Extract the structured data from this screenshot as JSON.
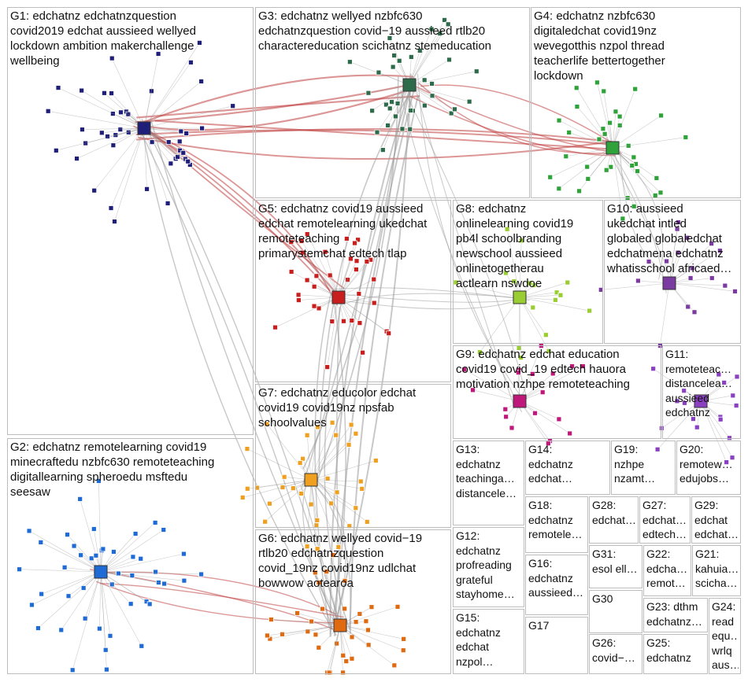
{
  "groups": [
    {
      "id": "g1",
      "label": "G1: edchatnz edchatnzquestion\ncovid2019 edchat aussieed wellyed\nlockdown ambition makerchallenge\nwellbeing",
      "color": "#1f1f7a"
    },
    {
      "id": "g2",
      "label": "G2: edchatnz remotelearning covid19\nminecraftedu nzbfc630 remoteteaching\ndigitallearning spheroedu msftedu\nseesaw",
      "color": "#1e6bd6"
    },
    {
      "id": "g3",
      "label": "G3: edchatnz wellyed nzbfc630\nedchatnzquestion covid−19 aussieed rtlb20\ncharactereducation scichatnz stemeducation",
      "color": "#2e6b4a"
    },
    {
      "id": "g4",
      "label": "G4: edchatnz nzbfc630\ndigitaledchat covid19nz\nwevegotthis nzpol thread\nteacherlife bettertogether\nlockdown",
      "color": "#2fa33a"
    },
    {
      "id": "g5",
      "label": "G5: edchatnz covid19 aussieed\nedchat remotelearning ukedchat\nremoteteaching\nprimarystemchat edtech tlap",
      "color": "#c81e1e"
    },
    {
      "id": "g6",
      "label": "G6: edchatnz wellyed covid−19\nrtlb20 edchatnzquestion\ncovid_19nz covid19nz udlchat\nbowwow aotearoa",
      "color": "#e06a10"
    },
    {
      "id": "g7",
      "label": "G7: edchatnz educolor edchat\ncovid19 covid19nz npsfab\nschoolvalues",
      "color": "#f0a020"
    },
    {
      "id": "g8",
      "label": "G8: edchatnz\nonlinelearning covid19\npb4l schoolbranding\nnewschool aussieed\nonlinetogetherau\nactlearn nswdoe",
      "color": "#9acd32"
    },
    {
      "id": "g9",
      "label": "G9: edchatnz edchat education\ncovid19 covid_19 edtech hauora\nmotivation nzhpe remoteteaching",
      "color": "#c0187a"
    },
    {
      "id": "g10",
      "label": "G10: aussieed\nukedchat intled\nglobaled globaledchat\nedchatmena edchatnz\nwhatisschool africaed…",
      "color": "#7a3aa0"
    },
    {
      "id": "g11",
      "label": "G11:\nremoteteac…\ndistancelea…\naussieed\nedchatnz",
      "color": "#8a40c0"
    },
    {
      "id": "g12",
      "label": "G12:\nedchatnz\nprofreading\ngrateful\nstayhome…",
      "color": "#888888"
    },
    {
      "id": "g13",
      "label": "G13:\nedchatnz\nteachinga…\ndistancele…",
      "color": "#888888"
    },
    {
      "id": "g14",
      "label": "G14:\nedchatnz\nedchat…",
      "color": "#2a6ad0"
    },
    {
      "id": "g15",
      "label": "G15:\nedchatnz\nedchat\nnzpol…",
      "color": "#2e6b4a"
    },
    {
      "id": "g16",
      "label": "G16:\nedchatnz\naussieed…",
      "color": "#2e6b4a"
    },
    {
      "id": "g17",
      "label": "G17",
      "color": "#c81e1e"
    },
    {
      "id": "g18",
      "label": "G18:\nedchatnz\nremotele…",
      "color": "#888888"
    },
    {
      "id": "g19",
      "label": "G19:\nnzhpe\nnzamt…",
      "color": "#888888"
    },
    {
      "id": "g20",
      "label": "G20:\nremotew…\nedujobs…",
      "color": "#888888"
    },
    {
      "id": "g21",
      "label": "G21:\nkahuia…\nscicha…",
      "color": "#888888"
    },
    {
      "id": "g22",
      "label": "G22:\nedcha…\nremot…",
      "color": "#888888"
    },
    {
      "id": "g23",
      "label": "G23: dthm\nedchatnz…",
      "color": "#888888"
    },
    {
      "id": "g24",
      "label": "G24:\nread\nequ…\nwrlq\naus…",
      "color": "#888888"
    },
    {
      "id": "g25",
      "label": "G25:\nedchatnz",
      "color": "#888888"
    },
    {
      "id": "g26",
      "label": "G26:\ncovid−…",
      "color": "#888888"
    },
    {
      "id": "g27",
      "label": "G27:\nedchat…\nedtech…",
      "color": "#888888"
    },
    {
      "id": "g28",
      "label": "G28:\nedchat…",
      "color": "#888888"
    },
    {
      "id": "g29",
      "label": "G29:\nedchat\nedchat…",
      "color": "#888888"
    },
    {
      "id": "g30",
      "label": "G30",
      "color": "#2a2aa0"
    },
    {
      "id": "g31",
      "label": "G31:\nesol ell…",
      "color": "#888888"
    }
  ],
  "colors": {
    "edge": "#9a9a9a",
    "strong_edge": "#c04040",
    "border": "#bdbdbd"
  }
}
